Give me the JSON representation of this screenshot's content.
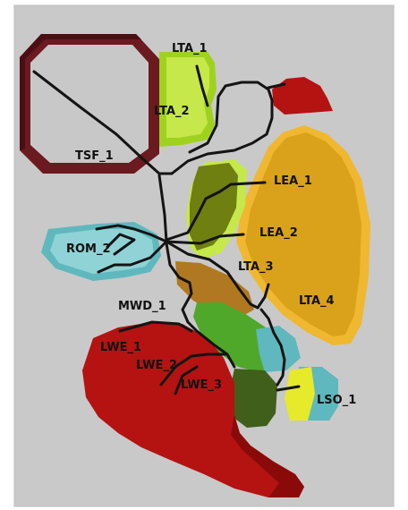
{
  "colors": {
    "ground": "#c9c9c9",
    "ground_edge": "#bdbdbd",
    "tsf_rim": "#6b1a1f",
    "tsf_rim_dark": "#4a0f14",
    "tsf_inner": "#c8c8c8",
    "road": "#141414",
    "lime": "#9fd21e",
    "lime_light": "#c6e84a",
    "olive": "#6f7f10",
    "orange": "#d9a21a",
    "orange_edge": "#f0b830",
    "brown": "#b07820",
    "teal": "#5fb8bd",
    "teal_light": "#8fd3d6",
    "green": "#4fa82a",
    "dark_green": "#3f5f1a",
    "red": "#b51212",
    "red_dark": "#8a0a0a",
    "yellow": "#e6ea2a"
  },
  "labels": {
    "lta_1": "LTA_1",
    "lta_2": "LTA_2",
    "tsf_1": "TSF_1",
    "lea_1": "LEA_1",
    "lea_2": "LEA_2",
    "rom_2": "ROM_2",
    "lta_3": "LTA_3",
    "lta_4": "LTA_4",
    "mwd_1": "MWD_1",
    "lwe_1": "LWE_1",
    "lwe_2": "LWE_2",
    "lwe_3": "LWE_3",
    "lso_1": "LSO_1"
  }
}
